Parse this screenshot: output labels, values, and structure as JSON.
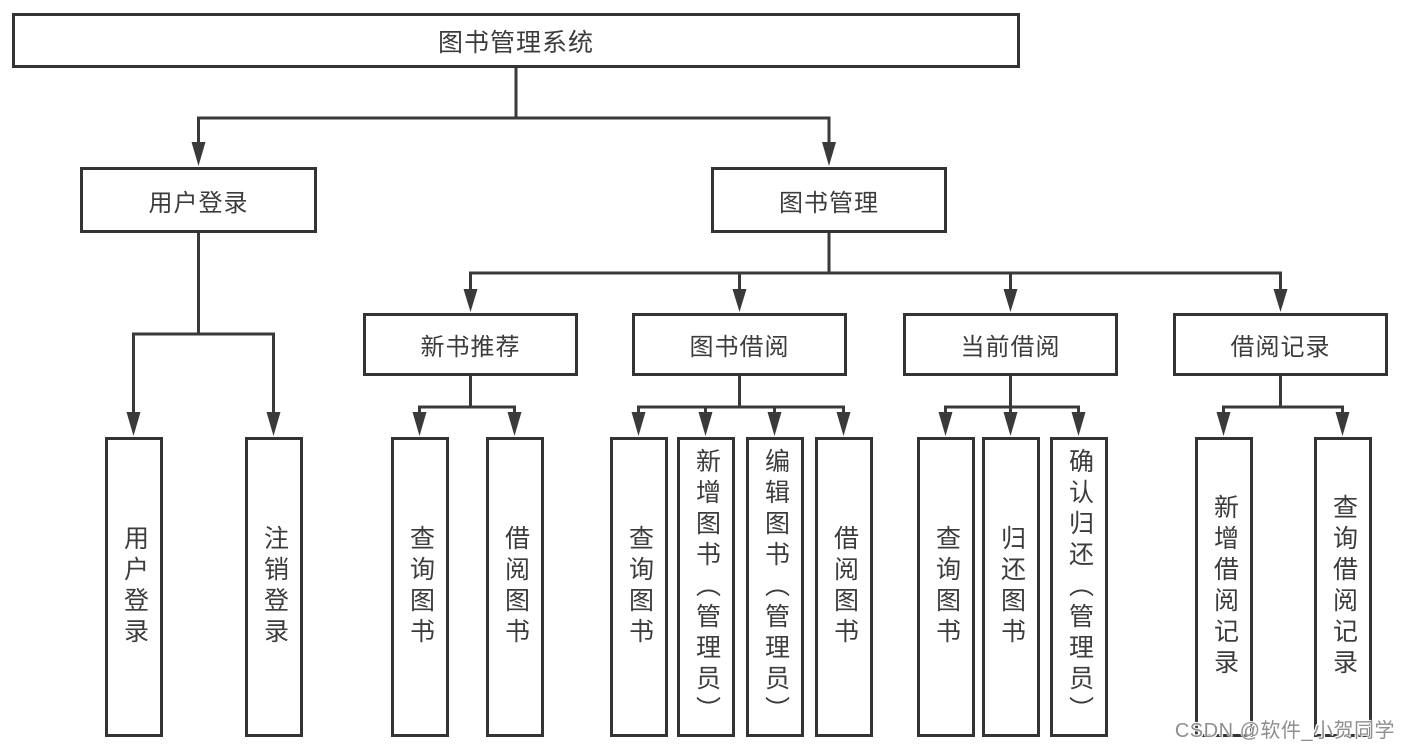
{
  "colors": {
    "line": "#3a3a3a",
    "box_border": "#333333",
    "box_fill": "#ffffff",
    "text": "#3c3c3c",
    "watermark": "#8f8f8f",
    "background": "#ffffff"
  },
  "watermark": {
    "text": "CSDN @软件_小贺同学"
  },
  "tree": {
    "root": {
      "label": "图书管理系统",
      "children": [
        {
          "label": "用户登录",
          "children": [
            {
              "label": "用户登录"
            },
            {
              "label": "注销登录"
            }
          ]
        },
        {
          "label": "图书管理",
          "children": [
            {
              "label": "新书推荐",
              "children": [
                {
                  "label": "查询图书"
                },
                {
                  "label": "借阅图书"
                }
              ]
            },
            {
              "label": "图书借阅",
              "children": [
                {
                  "label": "查询图书"
                },
                {
                  "label": "新增图书（管理员）"
                },
                {
                  "label": "编辑图书（管理员）"
                },
                {
                  "label": "借阅图书"
                }
              ]
            },
            {
              "label": "当前借阅",
              "children": [
                {
                  "label": "查询图书"
                },
                {
                  "label": "归还图书"
                },
                {
                  "label": "确认归还（管理员）"
                }
              ]
            },
            {
              "label": "借阅记录",
              "children": [
                {
                  "label": "新增借阅记录"
                },
                {
                  "label": "查询借阅记录"
                }
              ]
            }
          ]
        }
      ]
    }
  }
}
